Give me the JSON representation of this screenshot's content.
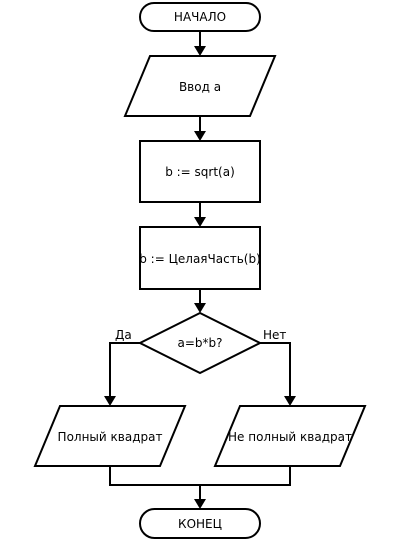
{
  "diagram": {
    "nodes": {
      "start": "НАЧАЛО",
      "input": "Ввод a",
      "sqrt": "b := sqrt(a)",
      "int_part": "b := ЦелаяЧасть(b)",
      "decision": "a=b*b?",
      "yes_output": "Полный квадрат",
      "no_output": "Не полный квадрат",
      "end": "КОНЕЦ"
    },
    "edges": {
      "yes": "Да",
      "no": "Нет"
    }
  }
}
